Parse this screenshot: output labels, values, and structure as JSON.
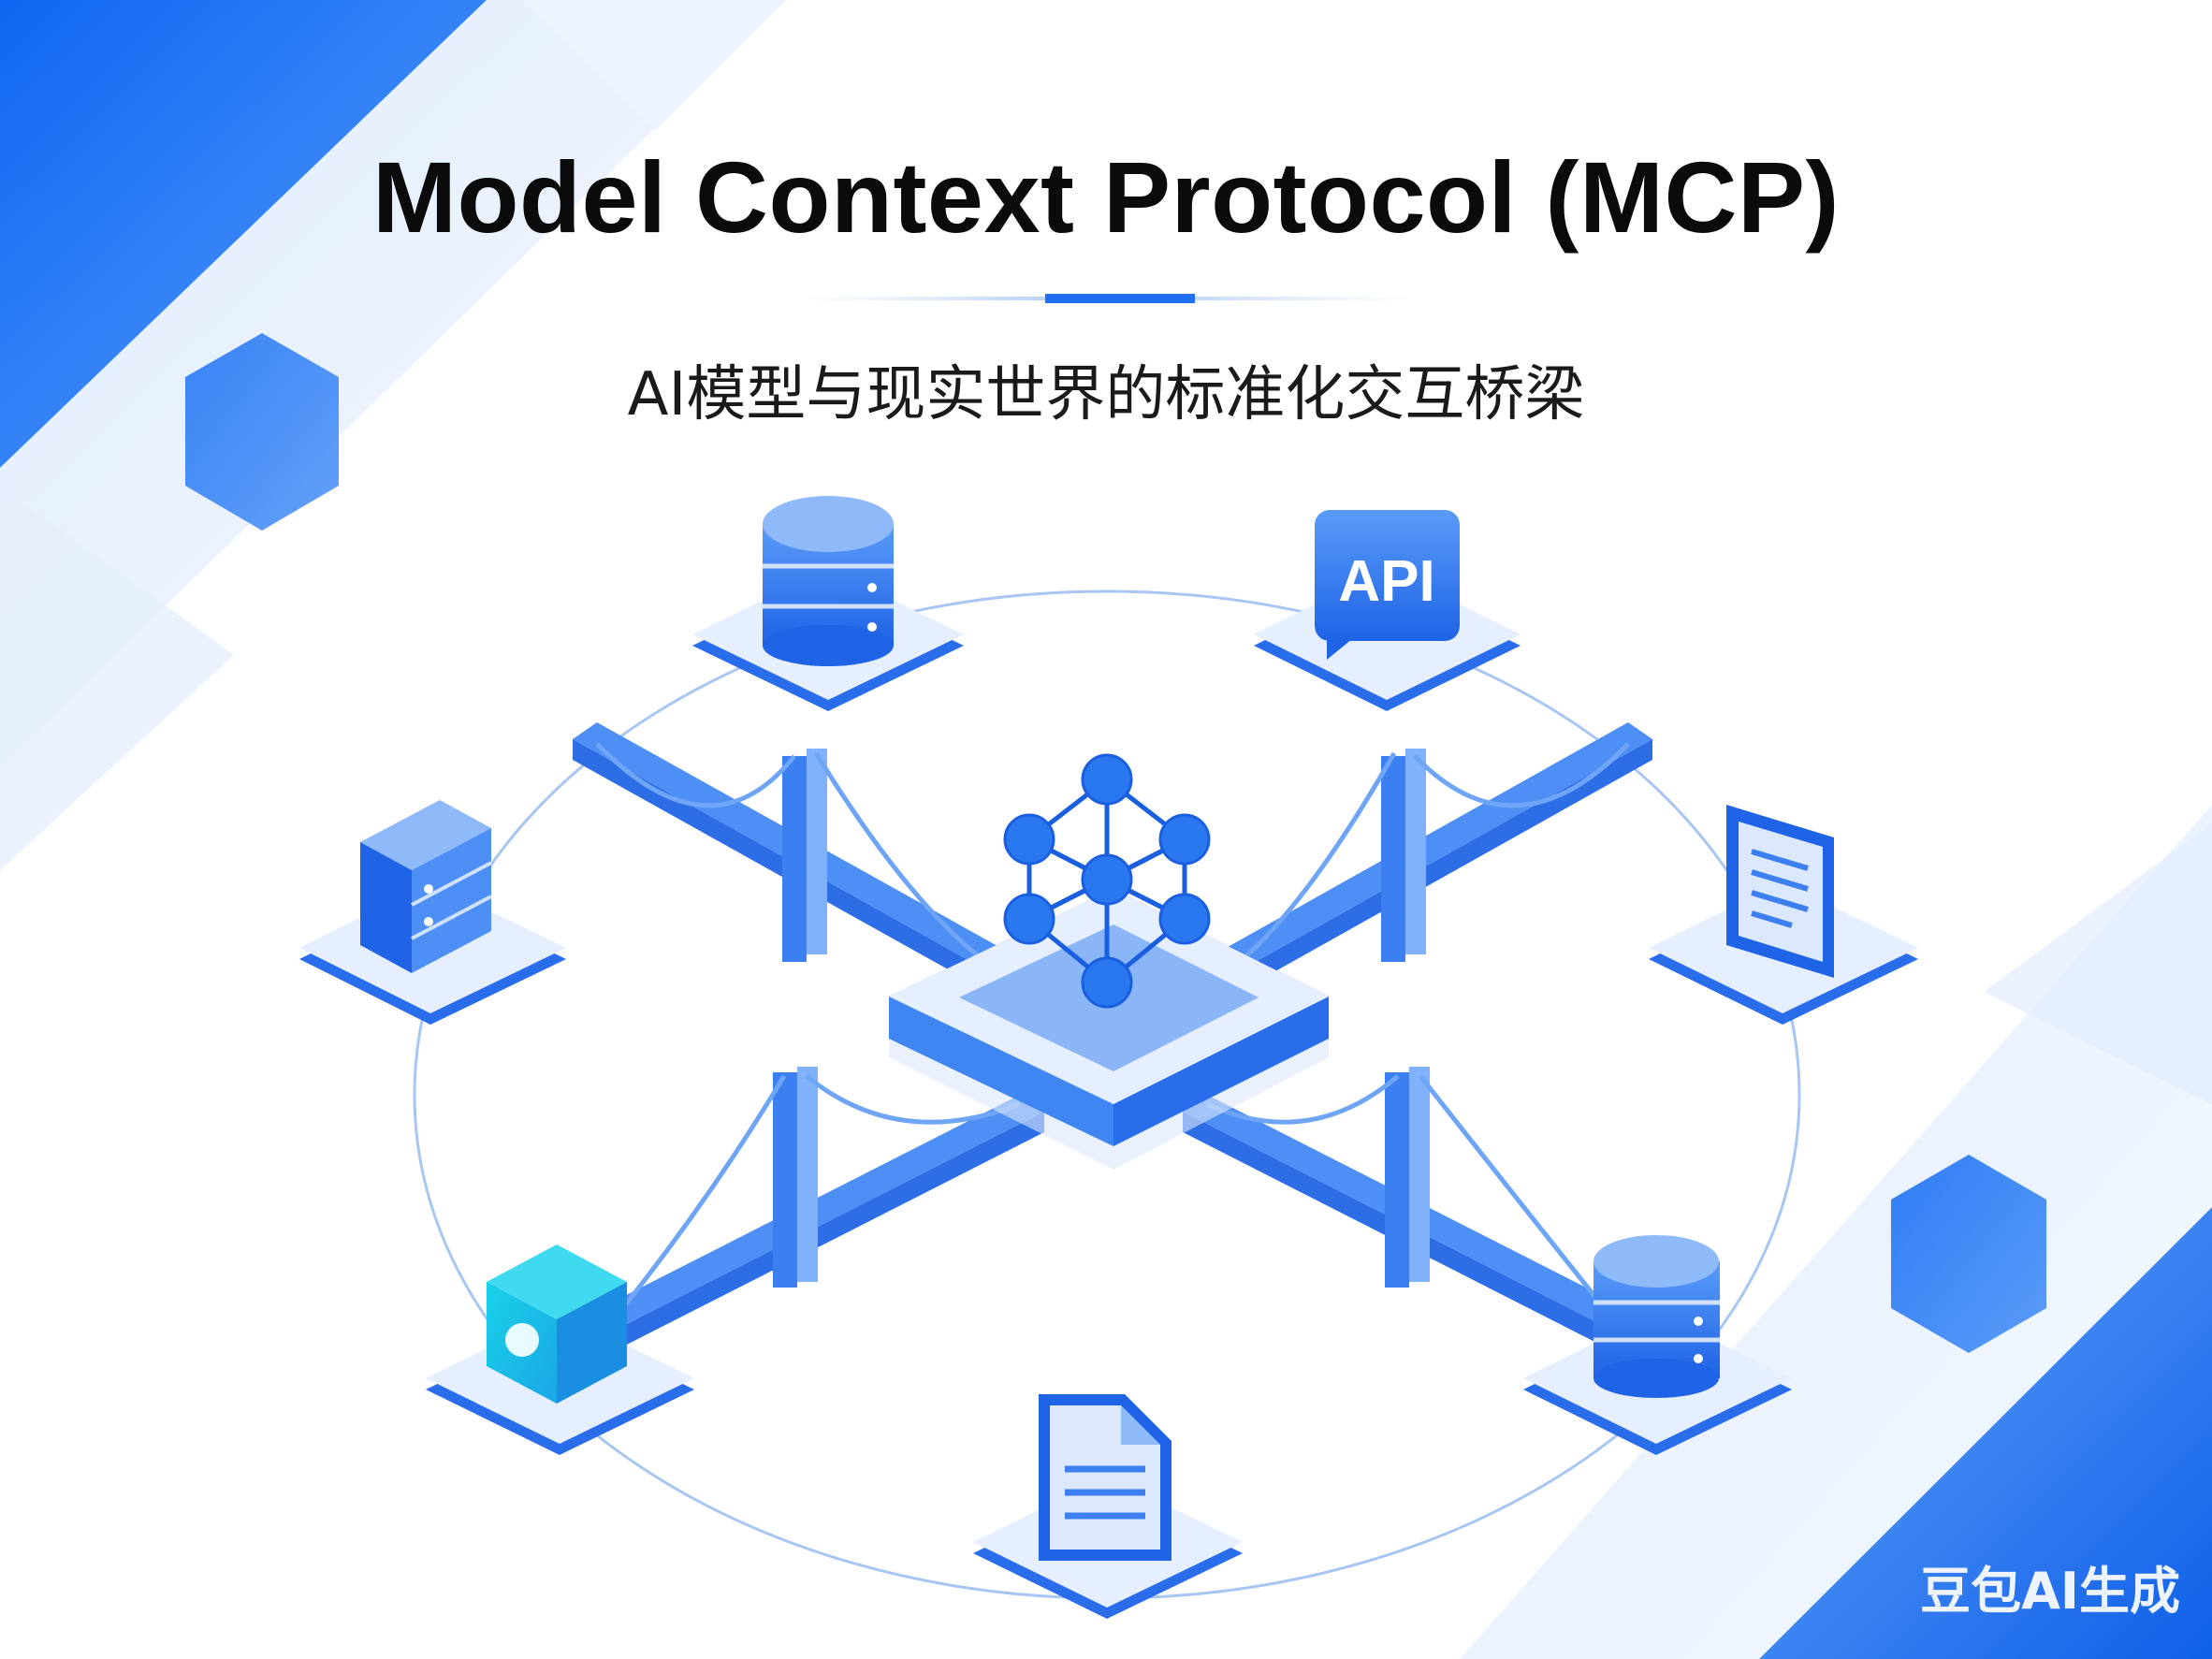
{
  "header": {
    "title": "Model Context Protocol (MCP)",
    "subtitle": "AI模型与现实世界的标准化交互桥梁"
  },
  "watermark": "豆包AI生成",
  "colors": {
    "primary": "#1f6ff0",
    "primary_light": "#6fa4f7",
    "platform": "#eef4ff",
    "accent_cyan": "#16c3e8",
    "title_text": "#0b0b0b"
  },
  "diagram": {
    "hub_icon": "neural-network-icon",
    "nodes": [
      {
        "id": "top-left",
        "icon": "database-icon"
      },
      {
        "id": "top-right",
        "icon": "api-chat-icon",
        "label": "API"
      },
      {
        "id": "left",
        "icon": "server-icon"
      },
      {
        "id": "right",
        "icon": "tablet-document-icon"
      },
      {
        "id": "bottom-left",
        "icon": "cube-icon"
      },
      {
        "id": "bottom-right",
        "icon": "database-icon"
      },
      {
        "id": "bottom",
        "icon": "file-icon"
      }
    ],
    "connectors": [
      "bridge-top-left",
      "bridge-top-right",
      "bridge-bottom-left",
      "bridge-bottom-right"
    ]
  }
}
